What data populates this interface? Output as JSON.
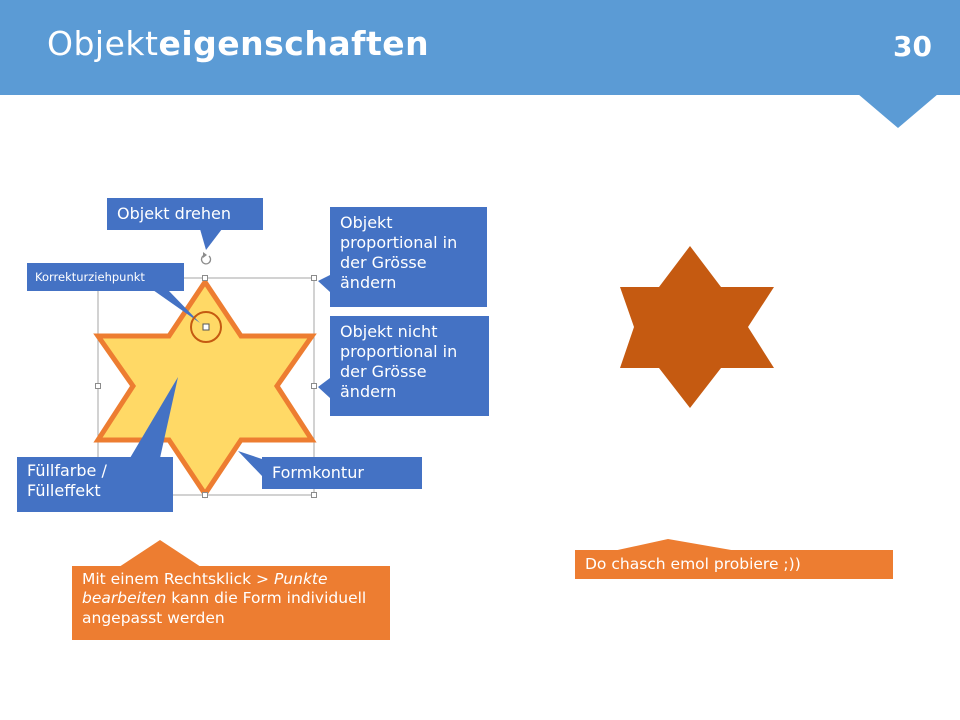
{
  "header": {
    "title_regular": "Objekt",
    "title_bold": "eigenschaften",
    "slide_number": "30"
  },
  "callouts": {
    "rotate": "Objekt drehen",
    "adjustment_handle": "Korrekturziehpunkt",
    "resize_proportional": "Objekt proportional in der Grösse ändern",
    "resize_nonproportional": "Objekt nicht proportional in der Grösse ändern",
    "outline": "Formkontur",
    "fill": "Füllfarbe / Fülleffekt",
    "tip_part1": "Mit einem Rechtsklick > ",
    "tip_italic": "Punkte bearbeiten",
    "tip_part2": " kann die Form individuell angepasst werden",
    "try_it": "Do chasch emol probiere ;))"
  },
  "colors": {
    "header": "#5b9bd5",
    "callout_blue": "#4472c4",
    "callout_orange": "#ed7d31",
    "star_fill": "#ffd966",
    "star_outline": "#ed7d31",
    "star_dark": "#c55a11",
    "handle_circle": "#c55a11"
  },
  "icons": {
    "rotate_handle": "rotate-icon"
  }
}
